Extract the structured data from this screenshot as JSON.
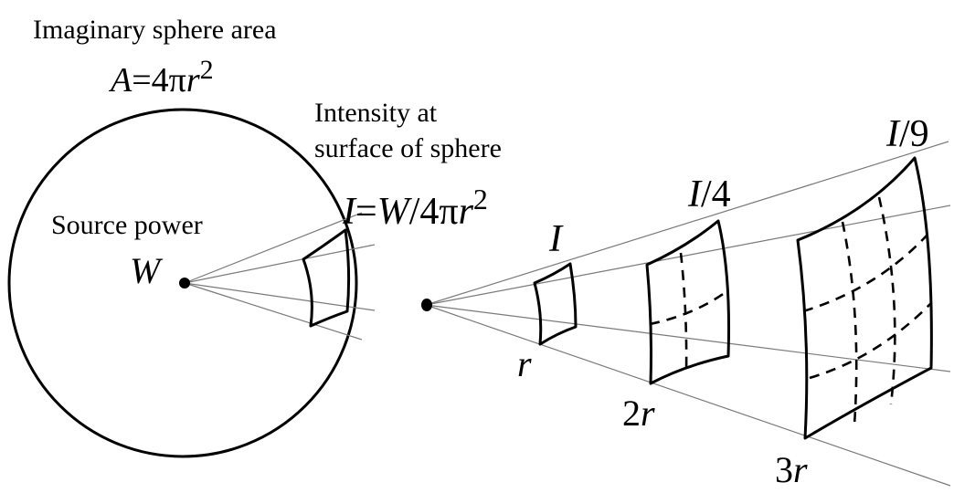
{
  "labels": {
    "sphere_area_caption": "Imaginary sphere area",
    "area_formula": {
      "a": "A",
      "eq": "=4π",
      "r": "r",
      "exp": "2"
    },
    "intensity_caption_line1": "Intensity at",
    "intensity_caption_line2": "surface of sphere",
    "intensity_formula": {
      "i": "I",
      "eq": "=",
      "w": "W",
      "div": "/4π",
      "r": "r",
      "exp": "2"
    },
    "source_power": "Source power",
    "source_symbol": "W",
    "patch_1_intensity": "I",
    "patch_2_intensity": {
      "i": "I",
      "rest": "/4"
    },
    "patch_3_intensity": {
      "i": "I",
      "rest": "/9"
    },
    "distance_1": "r",
    "distance_2": {
      "n": "2",
      "r": "r"
    },
    "distance_3": {
      "n": "3",
      "r": "r"
    }
  },
  "colors": {
    "ink": "#000000",
    "rays": "#7a7a7a",
    "background": "#ffffff"
  }
}
